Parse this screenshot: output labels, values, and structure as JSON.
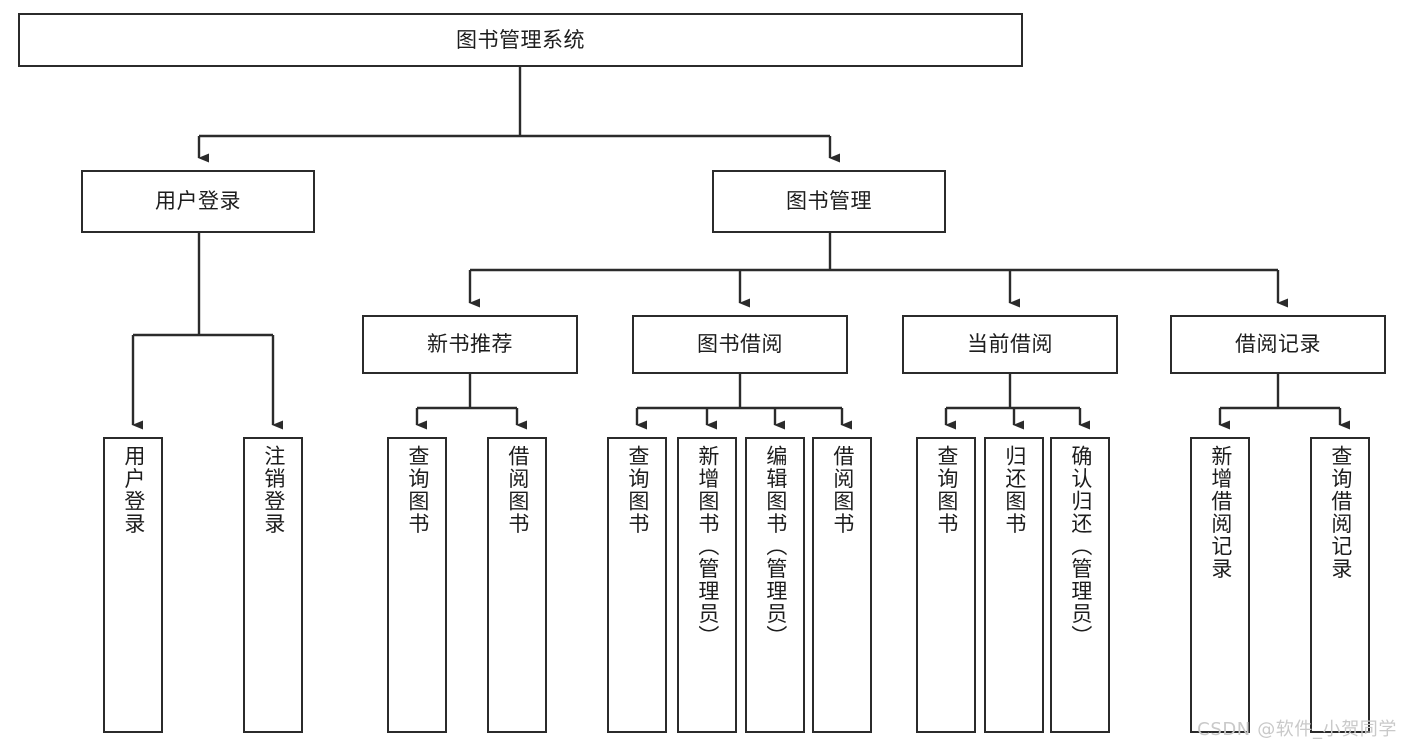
{
  "diagram": {
    "title": "图书管理系统",
    "type": "hierarchy-tree",
    "watermark": "CSDN @软件_小贺同学",
    "colors": {
      "background": "#ffffff",
      "node_border": "#2b2b2b",
      "node_fill": "#ffffff",
      "edge": "#2b2b2b",
      "text": "#1d1d1d",
      "watermark": "#c9c9c9"
    },
    "nodes": {
      "root": {
        "label": "图书管理系统"
      },
      "level2": [
        {
          "label": "用户登录"
        },
        {
          "label": "图书管理"
        }
      ],
      "level3": [
        {
          "label": "新书推荐"
        },
        {
          "label": "图书借阅"
        },
        {
          "label": "当前借阅"
        },
        {
          "label": "借阅记录"
        }
      ],
      "leaves": {
        "user_login": [
          {
            "label": "用户登录"
          },
          {
            "label": "注销登录"
          }
        ],
        "new_book": [
          {
            "label": "查询图书"
          },
          {
            "label": "借阅图书"
          }
        ],
        "book_borrow": [
          {
            "label": "查询图书"
          },
          {
            "label": "新增图书（管理员）"
          },
          {
            "label": "编辑图书（管理员）"
          },
          {
            "label": "借阅图书"
          }
        ],
        "current_borrow": [
          {
            "label": "查询图书"
          },
          {
            "label": "归还图书"
          },
          {
            "label": "确认归还（管理员）"
          }
        ],
        "borrow_record": [
          {
            "label": "新增借阅记录"
          },
          {
            "label": "查询借阅记录"
          }
        ]
      }
    }
  }
}
